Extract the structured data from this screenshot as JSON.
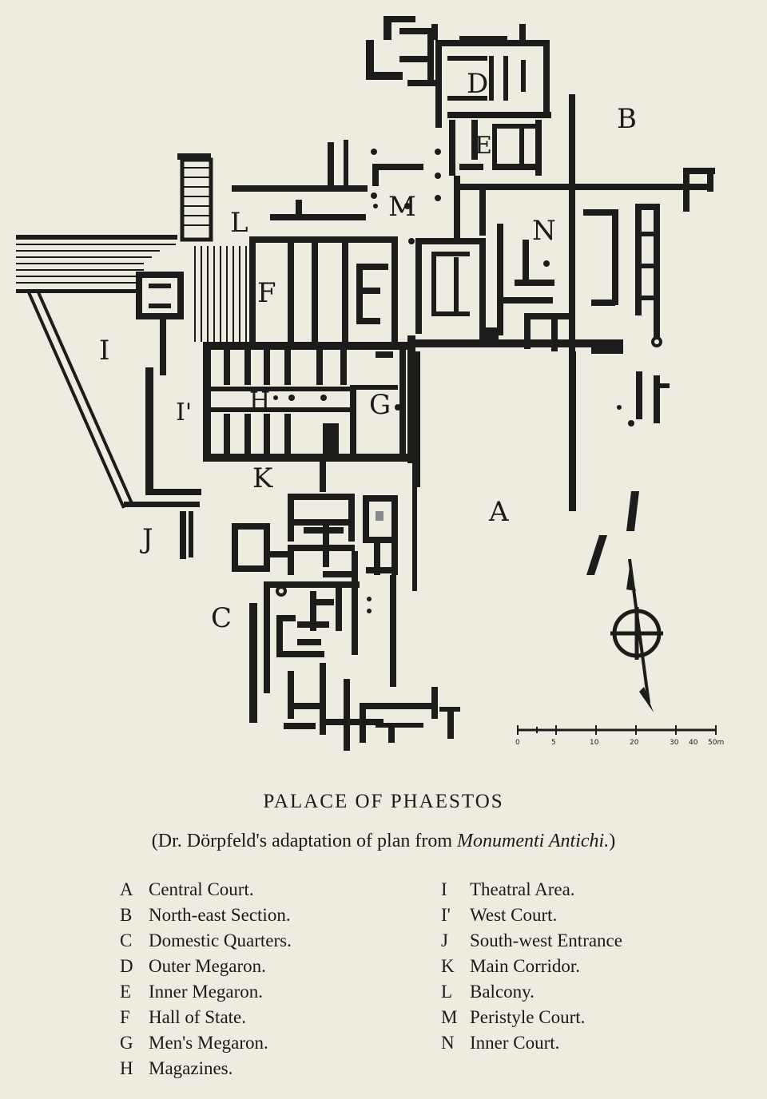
{
  "caption": {
    "title": "PALACE OF PHAESTOS",
    "subtitle_pre": "(Dr. Dörpfeld's adaptation of plan from ",
    "subtitle_italic": "Monumenti Antichi.",
    "subtitle_post": ")"
  },
  "plan_labels": {
    "A": "A",
    "B": "B",
    "C": "C",
    "D": "D",
    "E": "E",
    "F": "F",
    "G": "G",
    "H": "H",
    "I": "I",
    "I2": "I'",
    "J": "J",
    "K": "K",
    "L": "L",
    "M": "M",
    "N": "N"
  },
  "scale_labels": [
    "0",
    "5",
    "10",
    "20",
    "30",
    "40",
    "50m"
  ],
  "legend_left": [
    {
      "key": "A",
      "text": "Central Court."
    },
    {
      "key": "B",
      "text": "North-east Section."
    },
    {
      "key": "C",
      "text": "Domestic Quarters."
    },
    {
      "key": "D",
      "text": "Outer Megaron."
    },
    {
      "key": "E",
      "text": "Inner Megaron."
    },
    {
      "key": "F",
      "text": "Hall of State."
    },
    {
      "key": "G",
      "text": "Men's Megaron."
    },
    {
      "key": "H",
      "text": "Magazines."
    }
  ],
  "legend_right": [
    {
      "key": "I",
      "text": "Theatral Area."
    },
    {
      "key": "I'",
      "text": "West Court."
    },
    {
      "key": "J",
      "text": "South-west Entrance"
    },
    {
      "key": "K",
      "text": "Main Corridor."
    },
    {
      "key": "L",
      "text": "Balcony."
    },
    {
      "key": "M",
      "text": "Peristyle Court."
    },
    {
      "key": "N",
      "text": "Inner Court."
    }
  ]
}
